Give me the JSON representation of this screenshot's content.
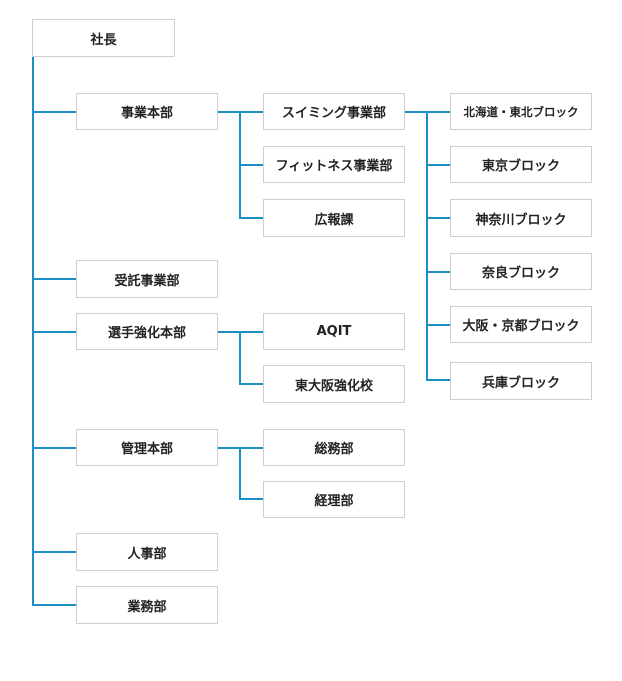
{
  "colors": {
    "connector": "#1a8fc3",
    "border": "#cfcfcf",
    "text": "#222222"
  },
  "nodes": {
    "president": "社長",
    "business_hq": "事業本部",
    "swimming_div": "スイミング事業部",
    "fitness_div": "フィットネス事業部",
    "pr_section": "広報課",
    "block_hokkaido_tohoku": "北海道・東北ブロック",
    "block_tokyo": "東京ブロック",
    "block_kanagawa": "神奈川ブロック",
    "block_nara": "奈良ブロック",
    "block_osaka_kyoto": "大阪・京都ブロック",
    "block_hyogo": "兵庫ブロック",
    "contract_div": "受託事業部",
    "athlete_hq": "選手強化本部",
    "aqit": "AQIT",
    "higashiosaka_school": "東大阪強化校",
    "admin_hq": "管理本部",
    "general_affairs": "総務部",
    "accounting": "経理部",
    "hr_div": "人事部",
    "operations_div": "業務部"
  }
}
